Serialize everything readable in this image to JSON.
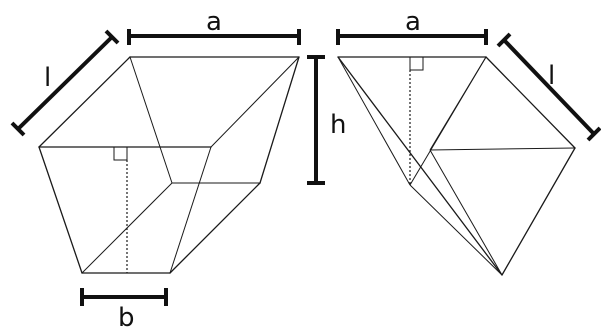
{
  "labels": {
    "left_length": "l",
    "left_top": "a",
    "height": "h",
    "left_bottom": "b",
    "right_top": "a",
    "right_length": "l"
  }
}
